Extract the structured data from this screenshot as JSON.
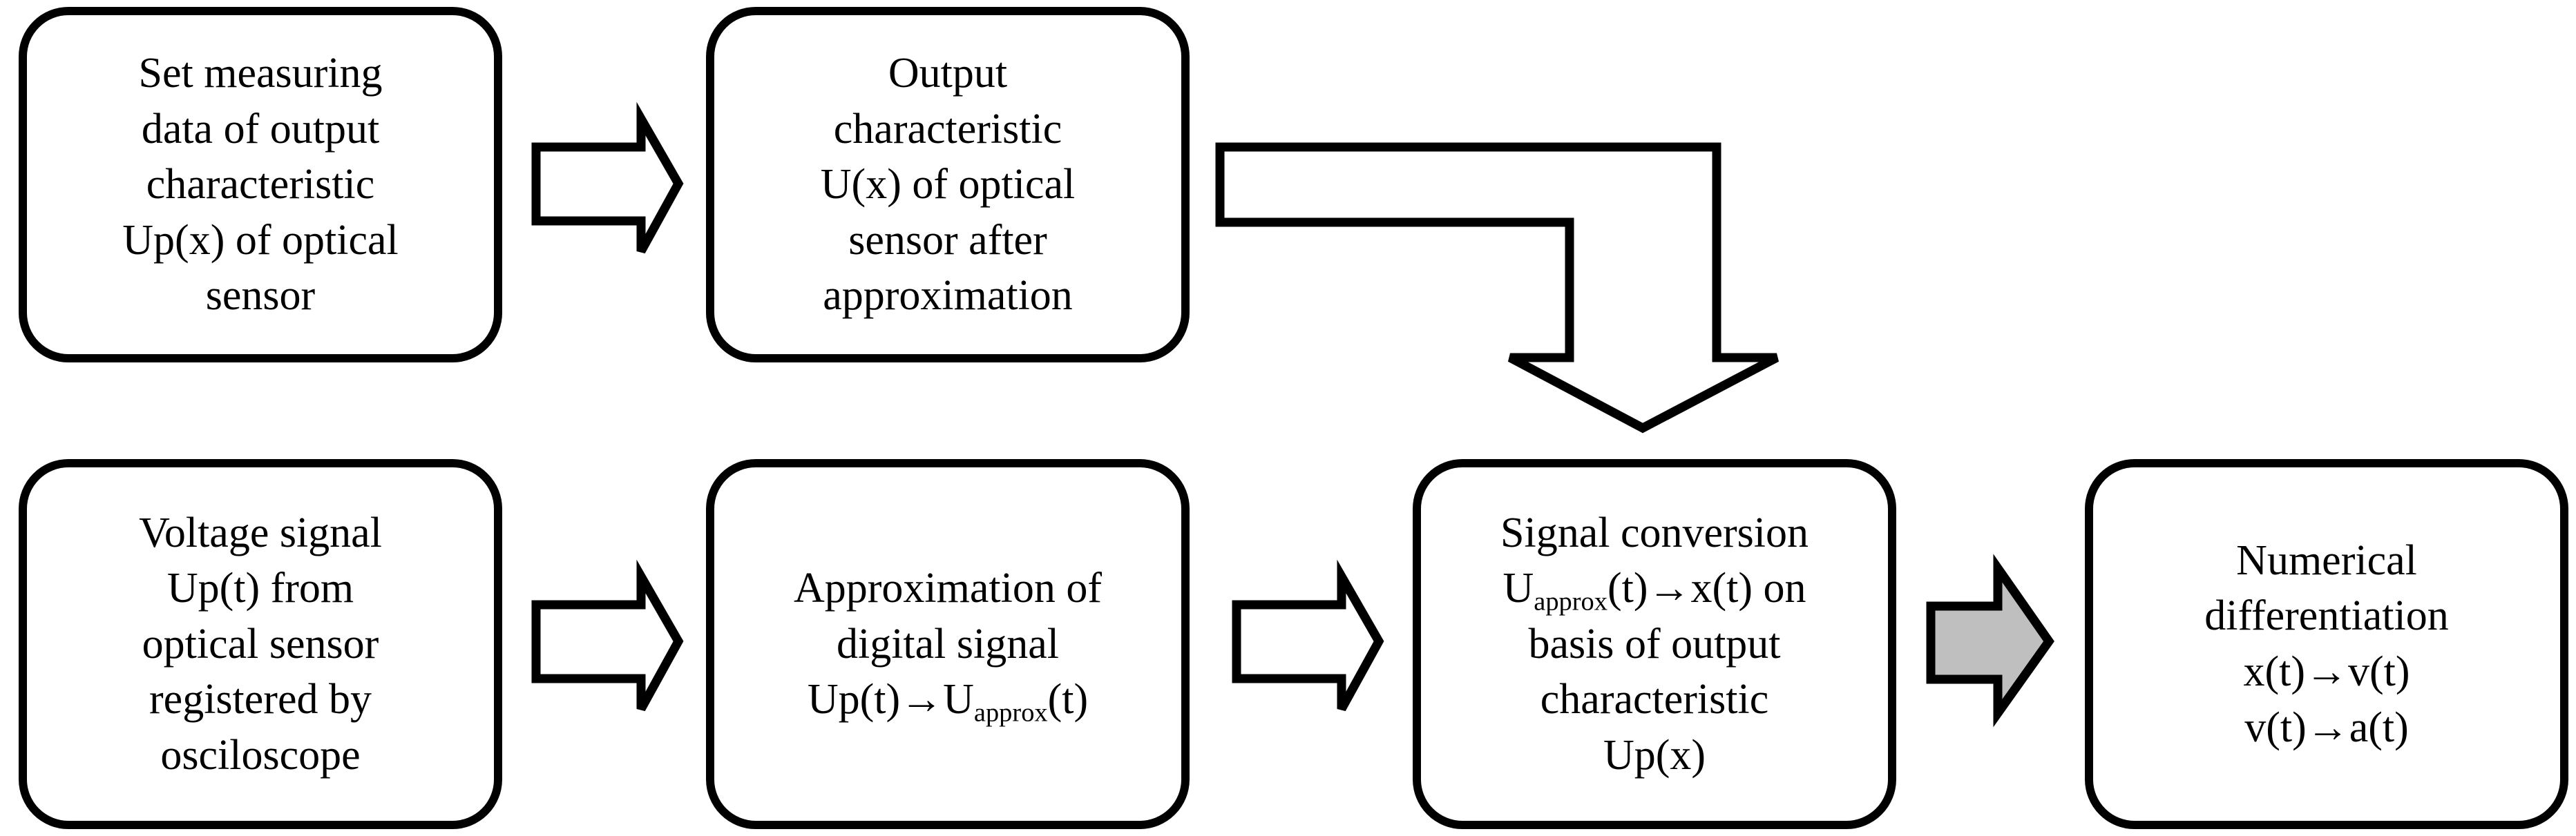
{
  "diagram": {
    "title": "Optical sensor signal processing flowchart",
    "background_color": "#ffffff",
    "line_color": "#000000",
    "accent_gray": "#bfbfbf"
  },
  "nodes": [
    {
      "id": "set-measuring-data",
      "name": "set-measuring-data-node",
      "text": "Set measuring\ndata of output\ncharacteristic\nUp(x) of optical\nsensor",
      "lines": [
        "Set measuring",
        "data of output",
        "characteristic",
        "Up(x) of optical",
        "sensor"
      ],
      "row": "top",
      "column": 1
    },
    {
      "id": "output-characteristic",
      "name": "output-characteristic-node",
      "text": "Output\ncharacteristic\nU(x) of optical\nsensor after\napproximation",
      "lines": [
        "Output",
        "characteristic",
        "U(x) of optical",
        "sensor after",
        "approximation"
      ],
      "row": "top",
      "column": 2
    },
    {
      "id": "voltage-signal",
      "name": "voltage-signal-node",
      "text": "Voltage signal\nUp(t) from\noptical sensor\nregistered by\nosciloscope",
      "lines": [
        "Voltage signal",
        "Up(t) from",
        "optical sensor",
        "registered by",
        "osciloscope"
      ],
      "row": "bottom",
      "column": 1
    },
    {
      "id": "approximation-digital-signal",
      "name": "approximation-digital-signal-node",
      "lines_html": [
        "Approximation of",
        "digital signal",
        "Up(t)→U<sub>approx</sub>(t)"
      ],
      "text": "Approximation of digital signal Up(t)→Uapprox(t)",
      "row": "bottom",
      "column": 2
    },
    {
      "id": "signal-conversion",
      "name": "signal-conversion-node",
      "lines_html": [
        "Signal conversion",
        "U<sub>approx</sub>(t)→x(t) on",
        "basis of output",
        "characteristic",
        "Up(x)"
      ],
      "text": "Signal conversion Uapprox(t)→x(t) on basis of output characteristic Up(x)",
      "row": "bottom",
      "column": 3
    },
    {
      "id": "numerical-differentiation",
      "name": "numerical-differentiation-node",
      "text": "Numerical\ndifferentiation\nx(t)→v(t)\nv(t)→a(t)",
      "lines": [
        "Numerical",
        "differentiation",
        "x(t)→v(t)",
        "v(t)→a(t)"
      ],
      "row": "bottom",
      "column": 4
    }
  ],
  "connectors": [
    {
      "id": "arrow-set-to-output",
      "name": "arrow-set-measuring-to-output-characteristic",
      "style": "hollow-block-arrow",
      "direction": "right",
      "from": "set-measuring-data",
      "to": "output-characteristic",
      "fill": "#ffffff"
    },
    {
      "id": "arrow-output-to-conversion",
      "name": "arrow-output-characteristic-to-signal-conversion",
      "style": "hollow-elbow-arrow",
      "direction": "right-then-down",
      "from": "output-characteristic",
      "to": "signal-conversion",
      "fill": "#ffffff"
    },
    {
      "id": "arrow-voltage-to-approximation",
      "name": "arrow-voltage-signal-to-approximation",
      "style": "hollow-block-arrow",
      "direction": "right",
      "from": "voltage-signal",
      "to": "approximation-digital-signal",
      "fill": "#ffffff"
    },
    {
      "id": "arrow-approximation-to-conversion",
      "name": "arrow-approximation-to-signal-conversion",
      "style": "hollow-block-arrow",
      "direction": "right",
      "from": "approximation-digital-signal",
      "to": "signal-conversion",
      "fill": "#ffffff"
    },
    {
      "id": "arrow-conversion-to-differentiation",
      "name": "arrow-signal-conversion-to-numerical-differentiation",
      "style": "filled-block-arrow",
      "direction": "right",
      "from": "signal-conversion",
      "to": "numerical-differentiation",
      "fill": "#bfbfbf"
    }
  ]
}
